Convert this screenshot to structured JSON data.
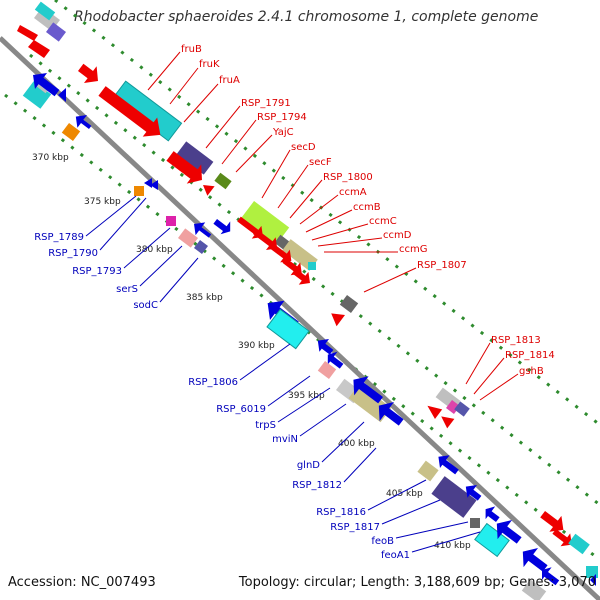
{
  "title": "Rhodobacter sphaeroides 2.4.1 chromosome 1, complete genome",
  "footer": {
    "accession": "Accession: NC_007493",
    "stats": "Topology: circular; Length: 3,188,609 bp; Genes: 3,070"
  },
  "colors": {
    "red_label": "#dd0000",
    "blue_label": "#0000bb",
    "backbone": "#888888",
    "dots": "#2e8b2e"
  },
  "kbp_ticks": [
    "370 kbp",
    "375 kbp",
    "380 kbp",
    "385 kbp",
    "390 kbp",
    "395 kbp",
    "400 kbp",
    "405 kbp",
    "410 kbp"
  ],
  "gene_labels": {
    "fruB": "fruB",
    "fruK": "fruK",
    "fruA": "fruA",
    "rsp1791": "RSP_1791",
    "rsp1794": "RSP_1794",
    "yajc": "YajC",
    "secD": "secD",
    "secF": "secF",
    "rsp1800": "RSP_1800",
    "ccmA": "ccmA",
    "ccmB": "ccmB",
    "ccmC": "ccmC",
    "ccmD": "ccmD",
    "ccmG": "ccmG",
    "rsp1807": "RSP_1807",
    "rsp1813": "RSP_1813",
    "rsp1814": "RSP_1814",
    "gshB": "gshB",
    "rsp1789": "RSP_1789",
    "rsp1790": "RSP_1790",
    "rsp1793": "RSP_1793",
    "serS": "serS",
    "sodC": "sodC",
    "rsp1806": "RSP_1806",
    "rsp6019": "RSP_6019",
    "trpS": "trpS",
    "mviN": "mviN",
    "glnD": "glnD",
    "rsp1812": "RSP_1812",
    "rsp1816": "RSP_1816",
    "rsp1817": "RSP_1817",
    "feoB": "feoB",
    "feoA1": "feoA1"
  }
}
